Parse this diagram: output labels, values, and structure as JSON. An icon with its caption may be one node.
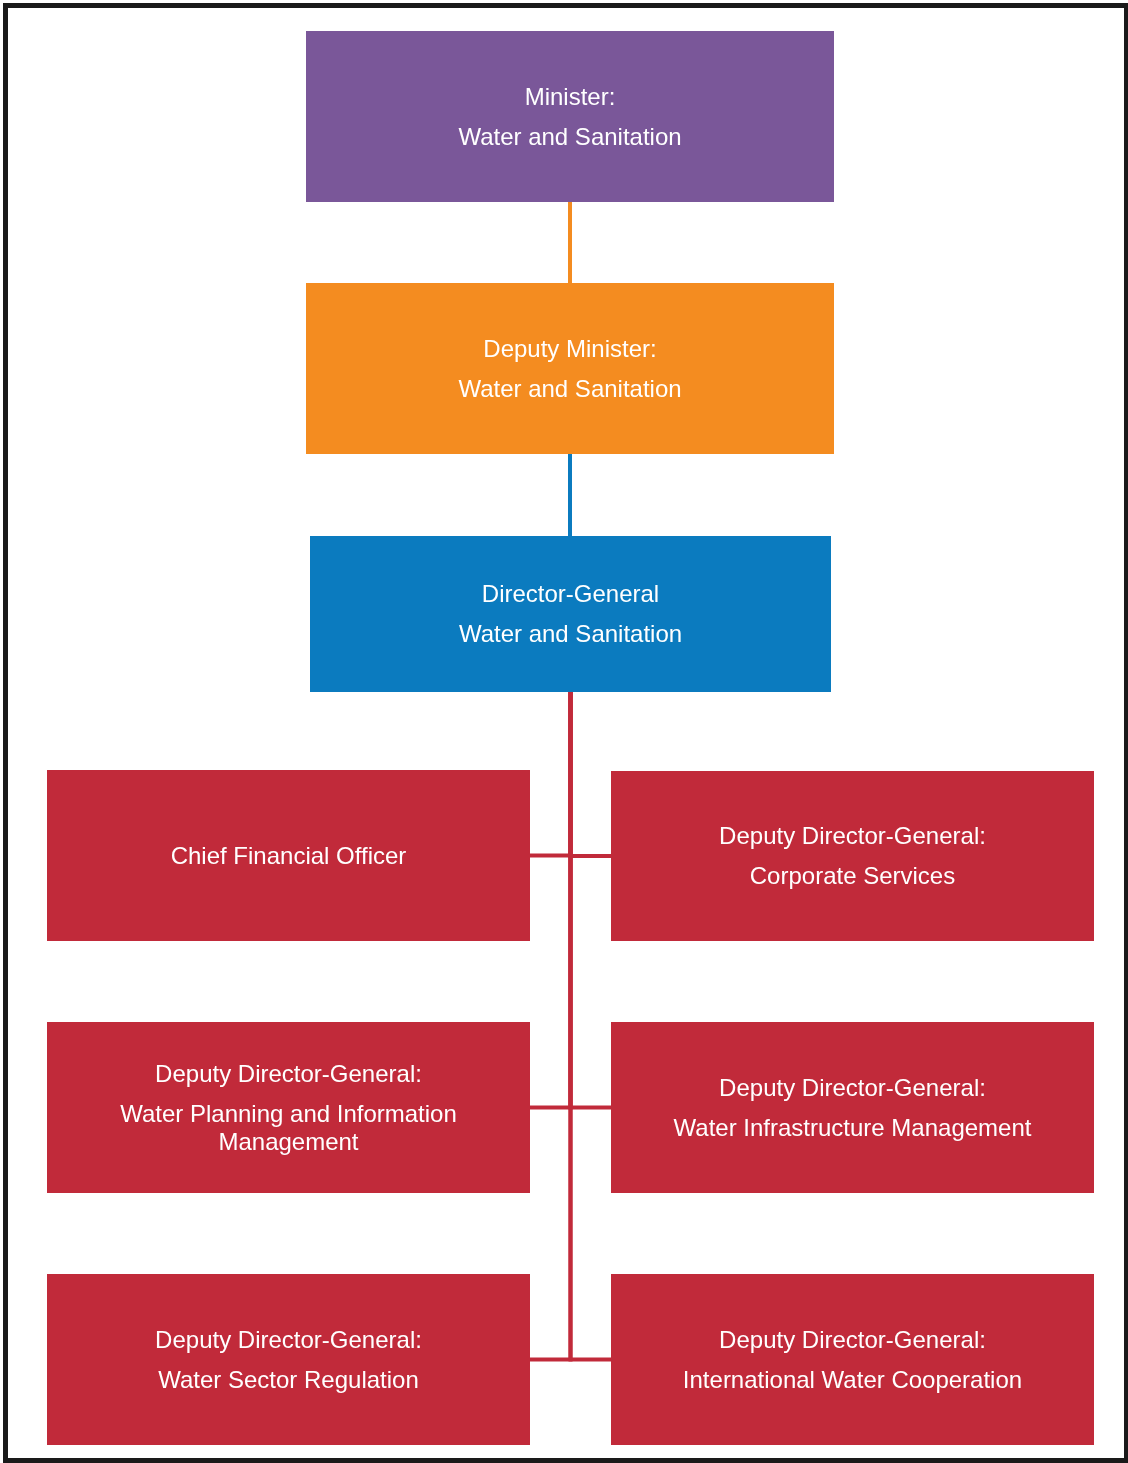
{
  "diagram": {
    "nodes": [
      {
        "text": [
          "Minister:",
          "Water and Sanitation"
        ]
      },
      {
        "text": [
          "Deputy Minister:",
          "Water and Sanitation"
        ]
      },
      {
        "text": [
          "Director-General",
          "Water and Sanitation"
        ]
      },
      {
        "text": [
          "Chief Financial Officer"
        ]
      },
      {
        "text": [
          "Deputy Director-General:",
          "Corporate Services"
        ]
      },
      {
        "text": [
          "Deputy Director-General:",
          "Water Planning and Information Management"
        ]
      },
      {
        "text": [
          "Deputy Director-General:",
          "Water Infrastructure Management"
        ]
      },
      {
        "text": [
          "Deputy Director-General:",
          "Water Sector Regulation"
        ]
      },
      {
        "text": [
          "Deputy Director-General:",
          "International Water Cooperation"
        ]
      }
    ],
    "edges": [
      {
        "from": 0,
        "to": 1,
        "arrow": "none",
        "color": "#f48c20"
      },
      {
        "from": 1,
        "to": 2,
        "arrow": "none",
        "color": "#0b7bbf"
      },
      {
        "from": 2,
        "to": 3,
        "arrow": "none"
      },
      {
        "from": 2,
        "to": 4,
        "arrow": "none"
      },
      {
        "from": 2,
        "to": 5,
        "arrow": "none"
      },
      {
        "from": 2,
        "to": 6,
        "arrow": "none"
      },
      {
        "from": 2,
        "to": 7,
        "arrow": "none"
      },
      {
        "from": 2,
        "to": 8,
        "arrow": "none"
      }
    ]
  }
}
